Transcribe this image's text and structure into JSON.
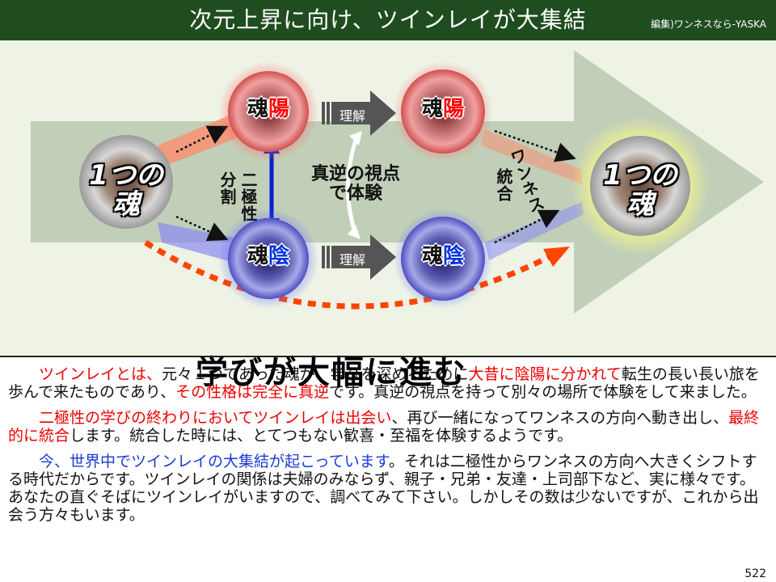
{
  "header": {
    "title": "次元上昇に向け、ツインレイが大集結",
    "credit": "編集)ワンネスなら-YASKA"
  },
  "diagram": {
    "left_soul": [
      "1つの",
      "魂"
    ],
    "right_soul": [
      "1つの",
      "魂"
    ],
    "soul_char": "魂",
    "yang_char": "陽",
    "yin_char": "陰",
    "understanding": "理解",
    "duality_split": [
      "二極性",
      "分割"
    ],
    "opposite_view": [
      "真逆の視点",
      "で体験"
    ],
    "oneness_integration": [
      "ワンネス",
      "統合"
    ],
    "caption": "学びが大幅に進む",
    "colors": {
      "yang": "#ff0000",
      "yin": "#0033dd",
      "header": "#1f4d1f",
      "arrow_red": "#ff4400"
    }
  },
  "body_text": {
    "p1": {
      "a": "ツインレイとは、",
      "b": "元々１つであった魂が、学びを深めるために",
      "c": "大昔に陰陽に分かれて",
      "d": "転生の長い長い旅を歩んで来たものであり、",
      "e": "その性格は完全に真逆",
      "f": "です。真逆の視点を持って別々の場所で体験をして来ました。"
    },
    "p2": {
      "a": "二極性の学びの終わりにおいてツインレイは出会い",
      "b": "、再び一緒になってワンネスの方向へ動き出し、",
      "c": "最終的に統合",
      "d": "します。統合した時には、とてつもない歓喜・至福を体験するようです。"
    },
    "p3": {
      "a": "今、世界中でツインレイの大集結が起こっています",
      "b": "。それは二極性からワンネスの方向へ大きくシフトする時代だからです。ツインレイの関係は夫婦のみならず、親子・兄弟・友達・上司部下など、実に様々です。あなたの直ぐそばにツインレイがいますので、調べてみて下さい。しかしその数は少ないですが、これから出会う方々もいます。"
    }
  },
  "page_number": "522"
}
